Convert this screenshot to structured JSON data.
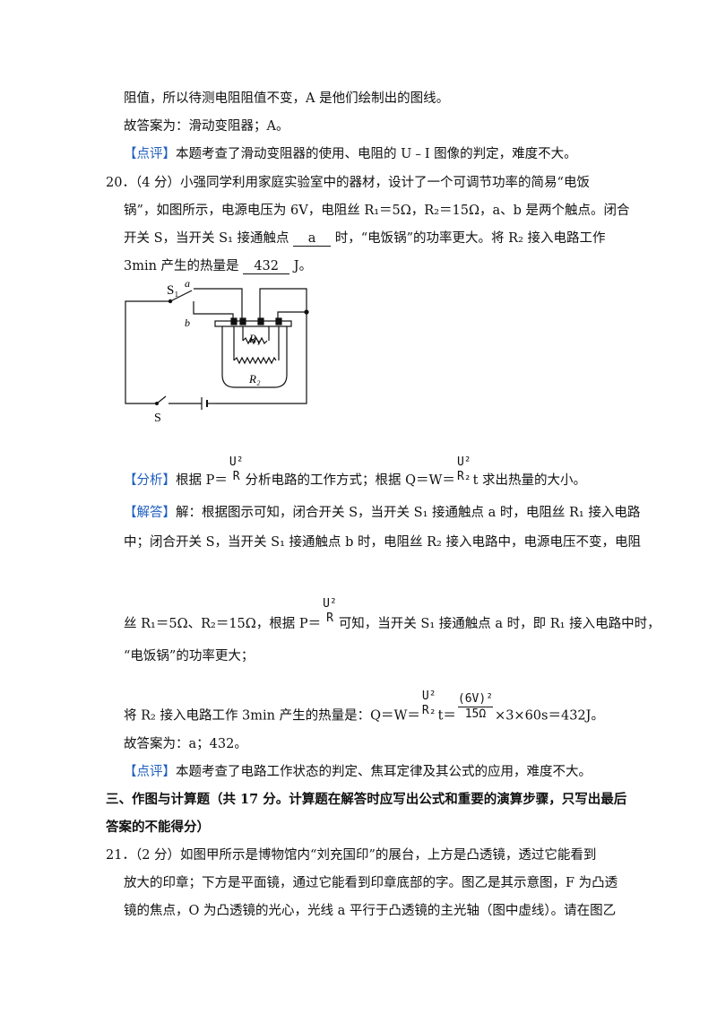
{
  "top": {
    "l1": "阻值，所以待测电阻阻值不变，A 是他们绘制出的图线。",
    "l2": "故答案为：滑动变阻器；A。",
    "l3_tag": "【点评】",
    "l3": "本题考查了滑动变阻器的使用、电阻的 U﹣I 图像的判定，难度不大。"
  },
  "q20": {
    "l1": "20．（4 分）小强同学利用家庭实验室中的器材，设计了一个可调节功率的简易“电饭",
    "l2": "锅”，如图所示，电源电压为 6V，电阻丝 R₁＝5Ω，R₂＝15Ω，a、b 是两个触点。闭合",
    "l3a": "开关 S，当开关 S₁ 接通触点",
    "ans1": "a",
    "l3b": "时，“电饭锅”的功率更大。将 R₂ 接入电路工作",
    "l4a": "3min 产生的热量是",
    "ans2": "432",
    "l4b": "J。"
  },
  "circuit": {
    "s1": "S₁",
    "a": "a",
    "b": "b",
    "r1": "R₁",
    "r2": "R₂",
    "s": "S"
  },
  "analysis": {
    "tag": "【分析】",
    "t1": "根据 P＝",
    "f1_num": "U²",
    "f1_den": "R",
    "t2": "分析电路的工作方式；根据 Q＝W＝",
    "f2_num": "U²",
    "f2_den": "R₂",
    "t3": "t 求出热量的大小。"
  },
  "solution": {
    "tag": "【解答】",
    "l1": "解：根据图示可知，闭合开关 S，当开关 S₁ 接通触点 a 时，电阻丝 R₁ 接入电路",
    "l2": "中；闭合开关 S，当开关 S₁ 接通触点 b 时，电阻丝 R₂ 接入电路中，电源电压不变，电阻",
    "l3a": "丝 R₁＝5Ω、R₂＝15Ω，根据 P＝",
    "l3_num": "U²",
    "l3_den": "R",
    "l3b": "可知，当开关 S₁ 接通触点 a 时，即 R₁ 接入电路中时，",
    "l4": "“电饭锅”的功率更大；",
    "l5a": "将 R₂ 接入电路工作 3min 产生的热量是：Q＝W＝",
    "l5_num1": "U²",
    "l5_den1": "R₂",
    "l5_t": "t＝",
    "l5_num2": "(6V)²",
    "l5_den2": "15Ω",
    "l5b": "×3×60s＝432J。",
    "l6": "故答案为：a；432。",
    "l7_tag": "【点评】",
    "l7": "本题考查了电路工作状态的判定、焦耳定律及其公式的应用，难度不大。"
  },
  "section3": {
    "l1": "三、作图与计算题（共 17 分。计算题在解答时应写出公式和重要的演算步骤，只写出最后",
    "l2": "答案的不能得分）"
  },
  "q21": {
    "l1": "21．（2 分）如图甲所示是博物馆内“刘充国印”的展台，上方是凸透镜，透过它能看到",
    "l2": "放大的印章；下方是平面镜，通过它能看到印章底部的字。图乙是其示意图，F 为凸透",
    "l3": "镜的焦点，O 为凸透镜的光心，光线 a 平行于凸透镜的主光轴（图中虚线）。请在图乙"
  }
}
